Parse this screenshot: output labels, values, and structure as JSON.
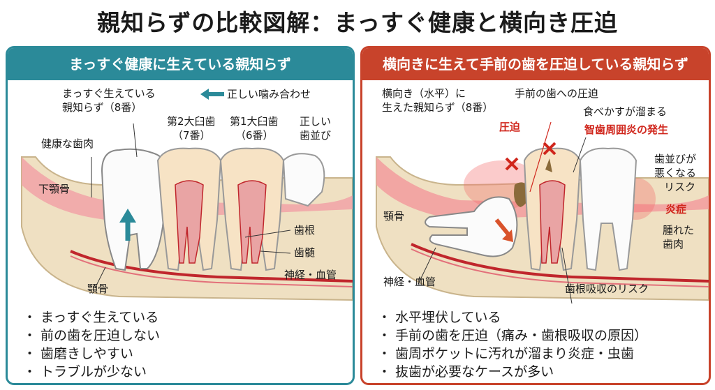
{
  "title": "親知らずの比較図解：まっすぐ健康と横向き圧迫",
  "left_panel": {
    "header": "まっすぐ健康に生えている親知らず",
    "labels": {
      "wisdom_tooth": [
        "まっすぐ生えている",
        "親知らず（8番）"
      ],
      "correct_bite": "正しい噛み合わせ",
      "second_molar": [
        "第2大臼歯",
        "（7番）"
      ],
      "first_molar": [
        "第1大臼歯",
        "（6番）"
      ],
      "alignment": [
        "正しい",
        "歯並び"
      ],
      "healthy_gum": "健康な歯肉",
      "mandible": "下顎骨",
      "root": "歯根",
      "pulp": "歯髄",
      "nerve": "神経・血管",
      "jawbone": "顎骨"
    },
    "bullets": [
      "まっすぐ生えている",
      "前の歯を圧迫しない",
      "歯磨きしやすい",
      "トラブルが少ない"
    ]
  },
  "right_panel": {
    "header": "横向きに生えて手前の歯を圧迫している親知らず",
    "labels": {
      "wisdom_tooth": [
        "横向き（水平）に",
        "生えた親知らず（8番）"
      ],
      "pressure_front": "手前の歯への圧迫",
      "pressure": "圧迫",
      "food_debris": "食べかすが溜まる",
      "pericoronitis": "智歯周囲炎の発生",
      "misalignment": [
        "歯並びが",
        "悪くなる",
        "リスク"
      ],
      "inflammation": "炎症",
      "swollen_gum": [
        "腫れた",
        "歯肉"
      ],
      "jawbone": "顎骨",
      "nerve": "神経・血管",
      "resorption": "歯根吸収のリスク"
    },
    "bullets": [
      "水平埋伏している",
      "手前の歯を圧迫（痛み・歯根吸収の原因）",
      "歯周ポケットに汚れが溜まり炎症・虫歯",
      "抜歯が必要なケースが多い"
    ]
  },
  "bullet_symbol": "・",
  "colors": {
    "teal": "#2b8a99",
    "red": "#c8432b",
    "gum": "#f1a6a8",
    "bone": "#efe0c2",
    "nerve": "#c0262c"
  },
  "icons": {
    "arrow_up": "arrow-up-icon",
    "arrow_left": "arrow-left-icon",
    "cross": "cross-icon",
    "arrow_down": "arrow-down-icon"
  }
}
